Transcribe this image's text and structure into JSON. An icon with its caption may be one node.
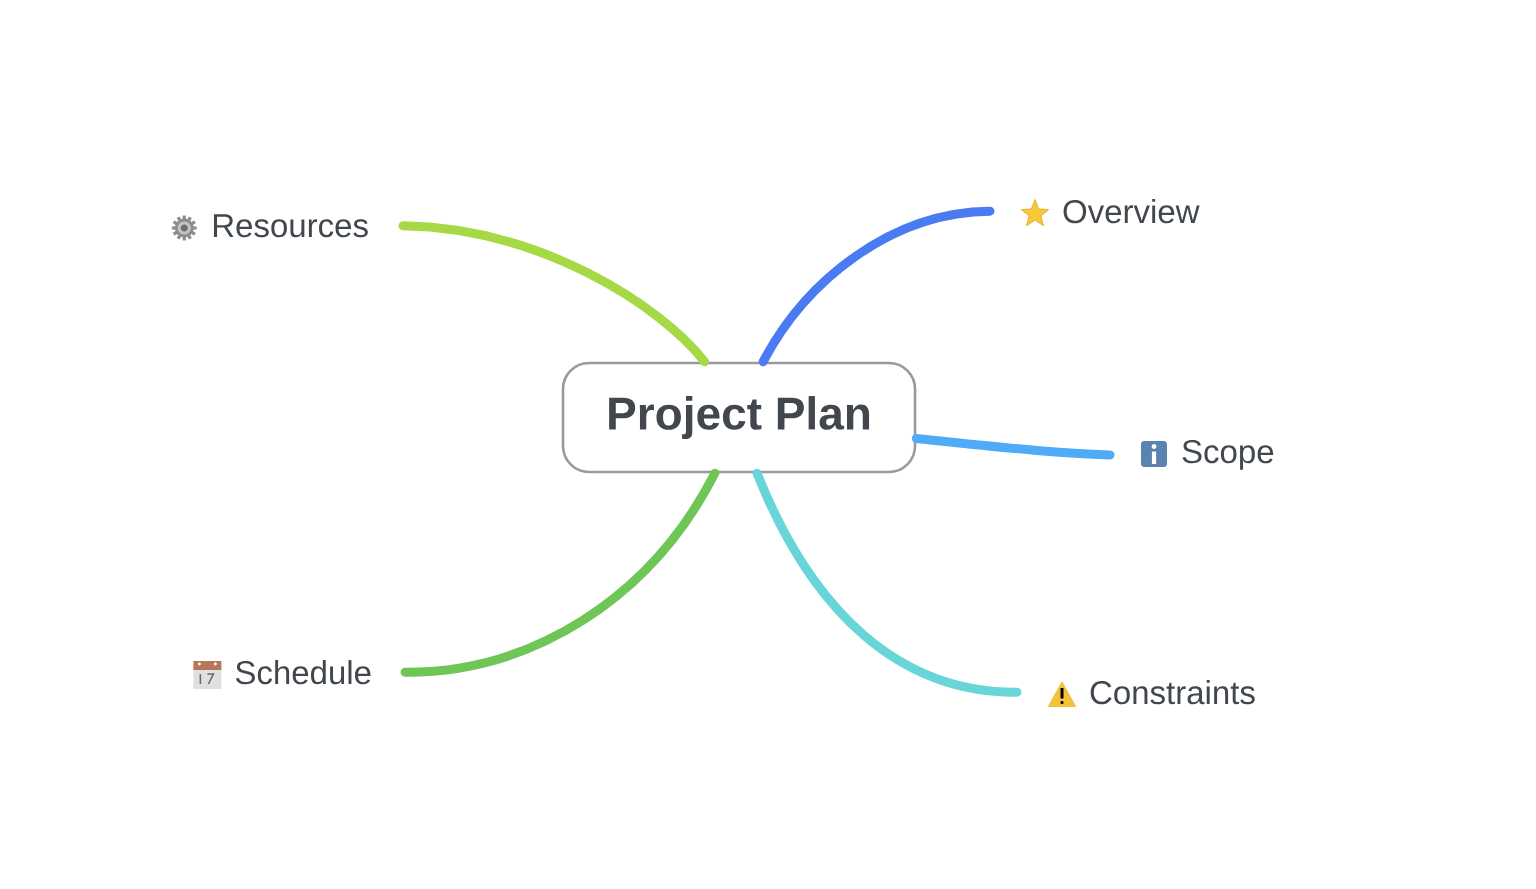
{
  "diagram": {
    "nodes": [
      {
        "text": [
          "Project Plan"
        ]
      },
      {
        "text": [
          "Resources"
        ]
      },
      {
        "text": [
          "Overview"
        ]
      },
      {
        "text": [
          "Scope"
        ]
      },
      {
        "text": [
          "Schedule"
        ]
      },
      {
        "text": [
          "Constraints"
        ]
      }
    ],
    "edges": [
      {
        "from": 0,
        "to": 1,
        "arrow": "none",
        "color": "#a6d945"
      },
      {
        "from": 0,
        "to": 2,
        "arrow": "none",
        "color": "#4b7bf2"
      },
      {
        "from": 0,
        "to": 3,
        "arrow": "none",
        "color": "#4fabf7"
      },
      {
        "from": 0,
        "to": 4,
        "arrow": "none",
        "color": "#6dc655"
      },
      {
        "from": 0,
        "to": 5,
        "arrow": "none",
        "color": "#68d5d9"
      }
    ]
  }
}
